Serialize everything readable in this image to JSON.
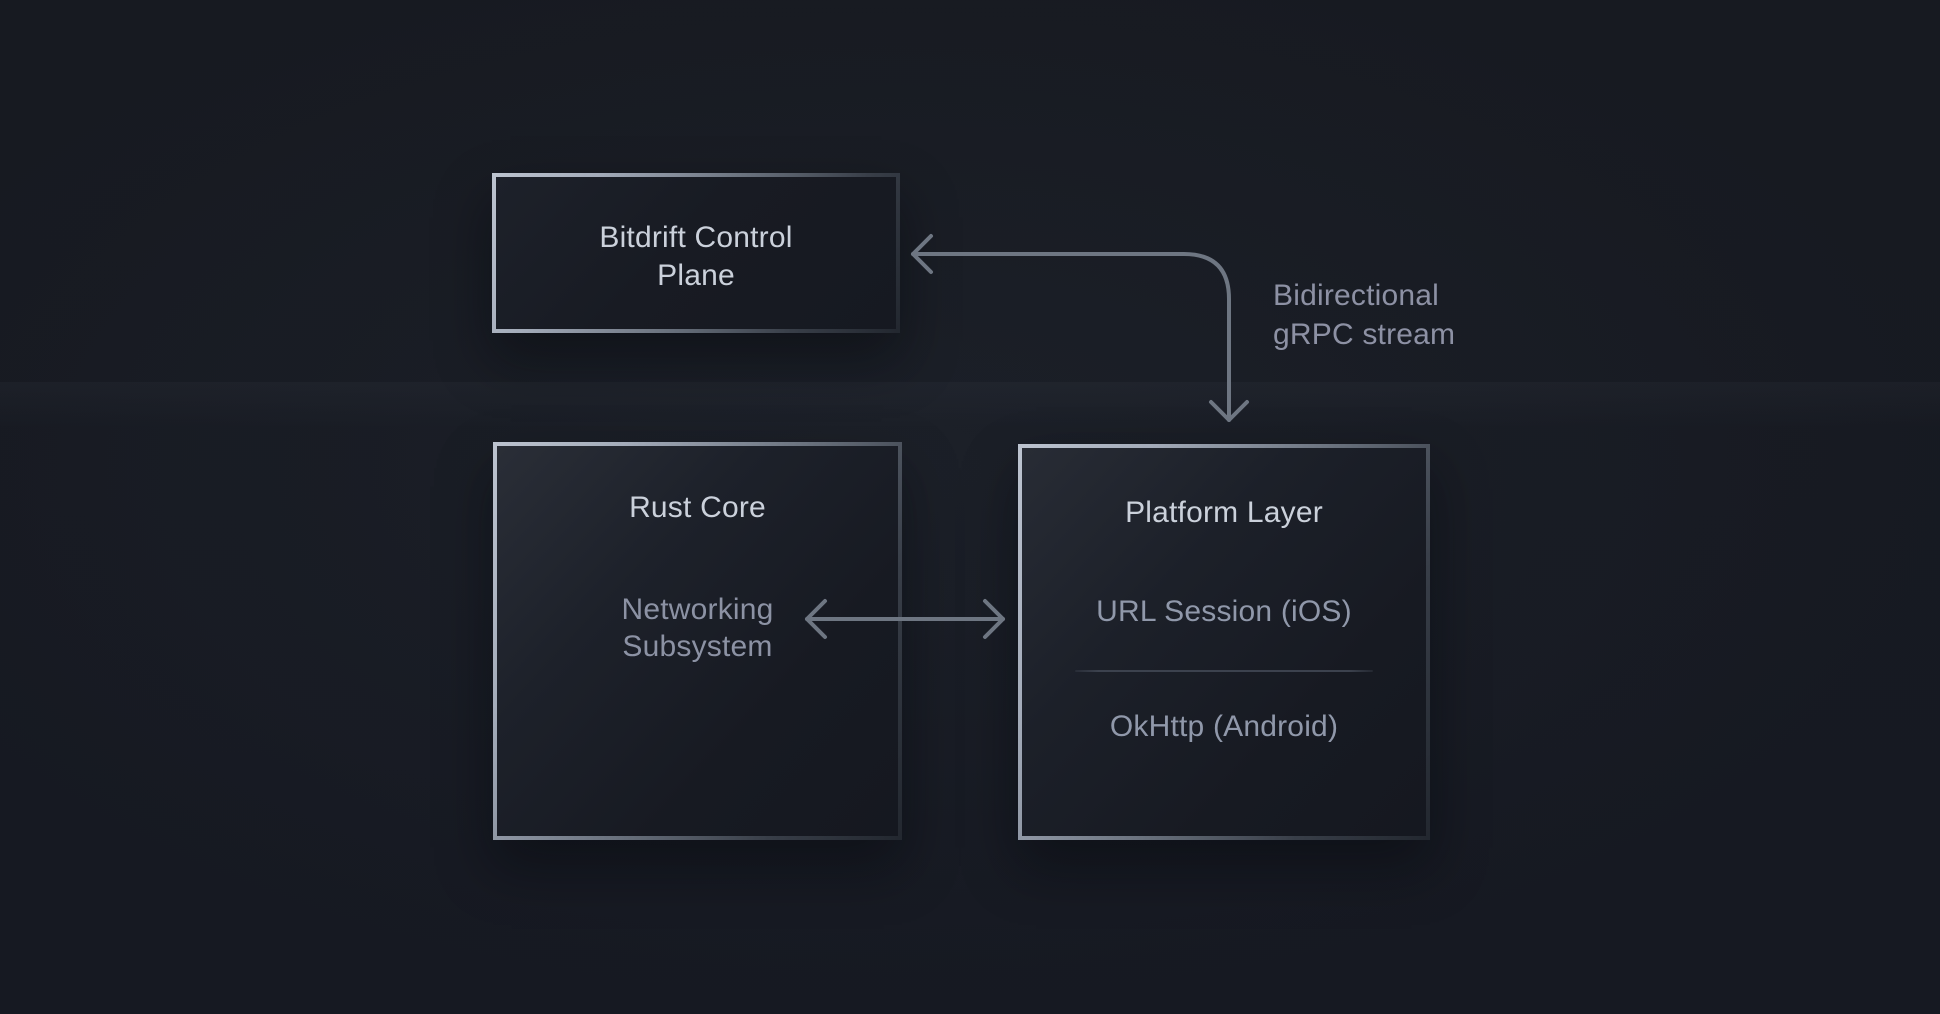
{
  "diagram": {
    "nodes": {
      "control": {
        "title": "Bitdrift Control Plane"
      },
      "rust": {
        "title": "Rust Core",
        "subsystem": "Networking Subsystem"
      },
      "platform": {
        "title": "Platform Layer",
        "ios": "URL Session (iOS)",
        "android": "OkHttp (Android)"
      }
    },
    "edges": {
      "grpc": {
        "label": "Bidirectional gRPC stream",
        "type": "bidirectional elbow arrow",
        "from": "Platform Layer",
        "to": "Bitdrift Control Plane"
      },
      "core_platform": {
        "type": "bidirectional horizontal arrow",
        "from": "Networking Subsystem",
        "to": "Platform Layer"
      }
    },
    "colors": {
      "background": "#171a21",
      "box_border_light": "#bcc3cf",
      "box_border_dark": "#232830",
      "box_fill_light": "#2a2e37",
      "box_fill_dark": "#151820",
      "title_text": "#cbd1db",
      "secondary_text": "#9098aa",
      "label_text": "#8d91a4",
      "arrow": "#6e7682",
      "divider": "#3c424e"
    }
  }
}
